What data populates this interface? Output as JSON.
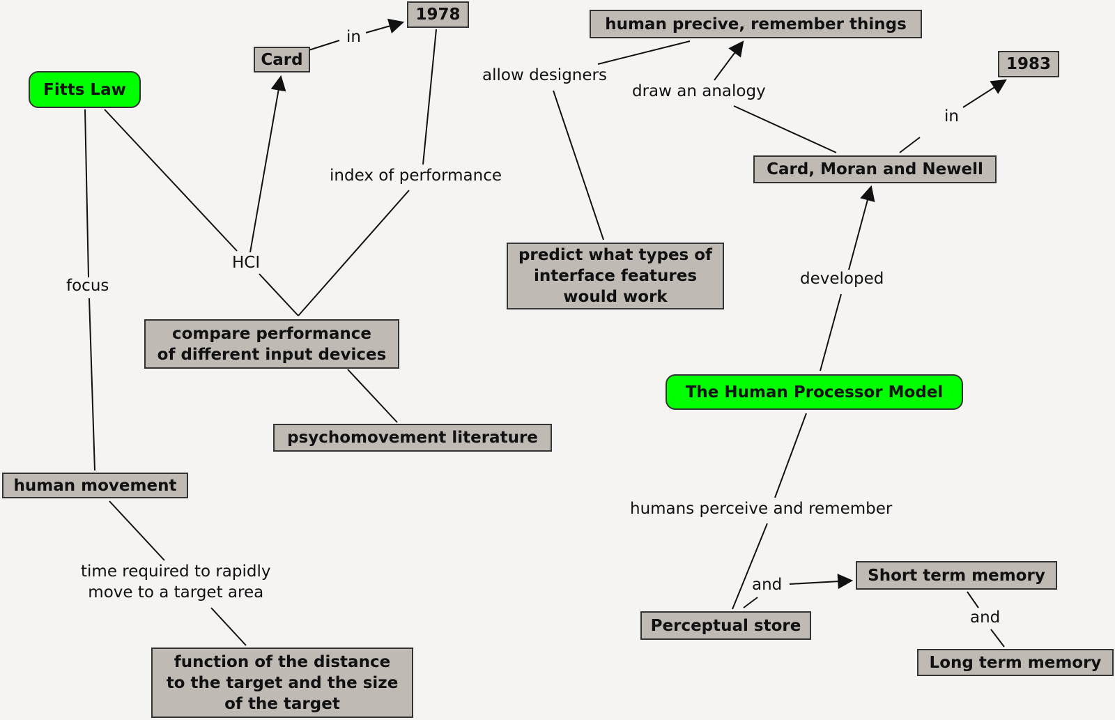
{
  "nodes": {
    "fitts_law": "Fitts Law",
    "card": "Card",
    "year_1978": "1978",
    "human_perceive": "human precive, remember things",
    "year_1983": "1983",
    "card_moran_newell": "Card, Moran and Newell",
    "predict_features": "predict what types of\ninterface features\nwould work",
    "compare_performance": "compare performance\nof different input devices",
    "psychomovement": "psychomovement literature",
    "human_processor_model": "The Human Processor Model",
    "human_movement": "human movement",
    "function_distance": "function of the distance\nto the target and the size\nof the target",
    "short_term_memory": "Short term memory",
    "perceptual_store": "Perceptual store",
    "long_term_memory": "Long term memory"
  },
  "links": {
    "in_1978": "in",
    "allow_designers": "allow designers",
    "draw_analogy": "draw an analogy",
    "in_1983": "in",
    "index_of_performance": "index of performance",
    "hci": "HCI",
    "focus": "focus",
    "developed": "developed",
    "humans_perceive": "humans perceive and remember",
    "time_required": "time required to rapidly\nmove to a target area",
    "and_1": "and",
    "and_2": "and"
  },
  "colors": {
    "root_node": "#00ff00",
    "concept_node": "#c0bab5",
    "line": "#111111",
    "background": "#f5f4f3"
  }
}
